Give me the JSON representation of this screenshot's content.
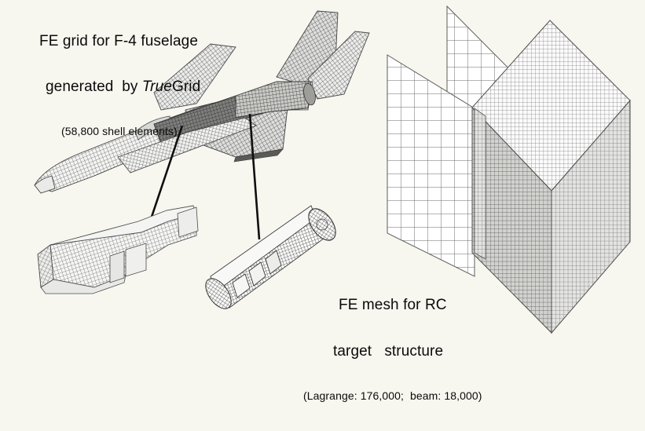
{
  "figure": {
    "background_color": "#f7f6ef",
    "ink_color": "#141414",
    "mesh_line_color": "#555555"
  },
  "captions": {
    "left": {
      "line1": "FE grid for F-4 fuselage",
      "line2_prefix": "generated  by ",
      "line2_italic": "True",
      "line2_suffix": "Grid",
      "line3": "(58,800 shell elements)"
    },
    "right": {
      "line1": "FE mesh for RC",
      "line2": "target   structure",
      "line3": "(Lagrange: 176,000;  beam: 18,000)"
    }
  },
  "objects": {
    "aircraft": {
      "name": "F-4 fuselage finite element grid",
      "mesh_shell_elements": "58,800"
    },
    "wing_detail": {
      "name": "wing box detail callout"
    },
    "fuselage_detail": {
      "name": "cylindrical fuselage section detail callout"
    },
    "rc_target": {
      "name": "reinforced concrete target block",
      "lagrange_elements": "176,000",
      "beam_elements": "18,000"
    }
  }
}
